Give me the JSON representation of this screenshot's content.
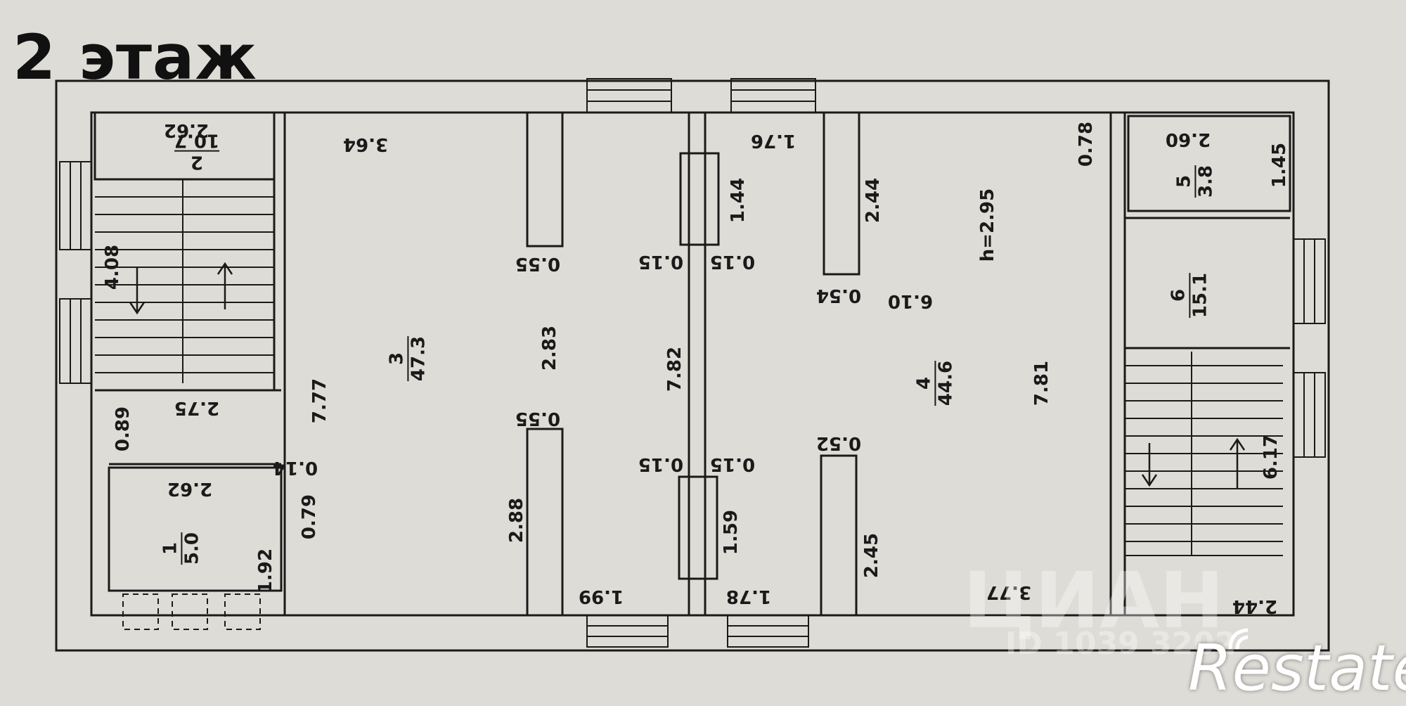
{
  "title": "2 этаж",
  "height_label": "h=2.95",
  "rooms": [
    {
      "number": "1",
      "area": "5.0"
    },
    {
      "number": "2",
      "area": "10.7"
    },
    {
      "number": "3",
      "area": "47.3"
    },
    {
      "number": "4",
      "area": "44.6"
    },
    {
      "number": "5",
      "area": "3.8"
    },
    {
      "number": "6",
      "area": "15.1"
    }
  ],
  "dimensions": [
    "2.62",
    "3.64",
    "1.76",
    "0.78",
    "2.60",
    "1.45",
    "4.08",
    "0.55",
    "0.15",
    "0.15",
    "0.54",
    "1.44",
    "2.44",
    "6.10",
    "2.83",
    "7.82",
    "7.81",
    "0.89",
    "2.75",
    "7.77",
    "0.55",
    "0.15",
    "0.15",
    "0.52",
    "0.14",
    "2.62",
    "0.79",
    "1.92",
    "2.88",
    "1.59",
    "2.45",
    "1.99",
    "1.78",
    "3.77",
    "2.44",
    "6.17"
  ],
  "watermark": {
    "text": "ЦИАН",
    "id": "ID 1039 3202"
  },
  "logo": "Restate",
  "colors": {
    "paper": "#dedcd6",
    "ink": "#1a1a1a"
  }
}
